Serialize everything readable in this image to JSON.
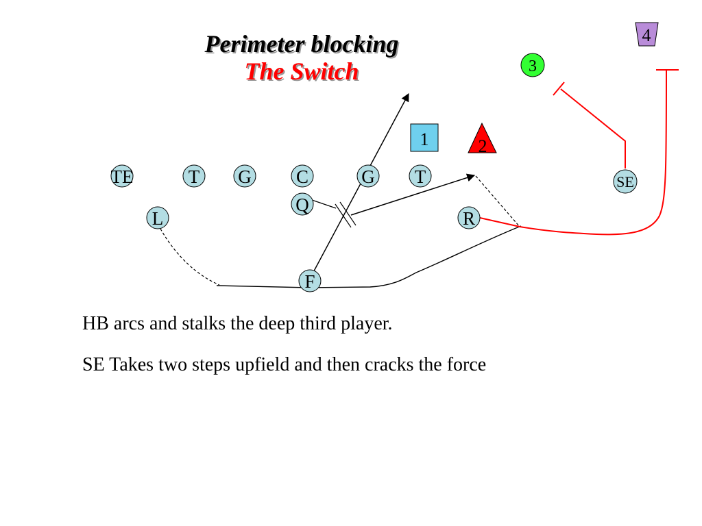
{
  "slide": {
    "title": "Perimeter blocking",
    "subtitle": "The Switch"
  },
  "offense": {
    "te": "TE",
    "lt": "T",
    "lg": "G",
    "c": "C",
    "rg": "G",
    "rt": "T",
    "qb": "Q",
    "lhb": "L",
    "rhb": "R",
    "fb": "F",
    "se": "SE"
  },
  "defense": {
    "d1": "1",
    "d2": "2",
    "d3": "3",
    "d4": "4"
  },
  "colors": {
    "player_fill": "#b3dde3",
    "defender_1_fill": "#6fd0ee",
    "defender_2_fill": "#ff0000",
    "defender_3_fill": "#33ff33",
    "defender_4_fill": "#b98cd9",
    "se_route": "#ff0000"
  },
  "notes": [
    "HB arcs and stalks the deep third player.",
    "SE Takes two steps upfield and then cracks the force"
  ]
}
